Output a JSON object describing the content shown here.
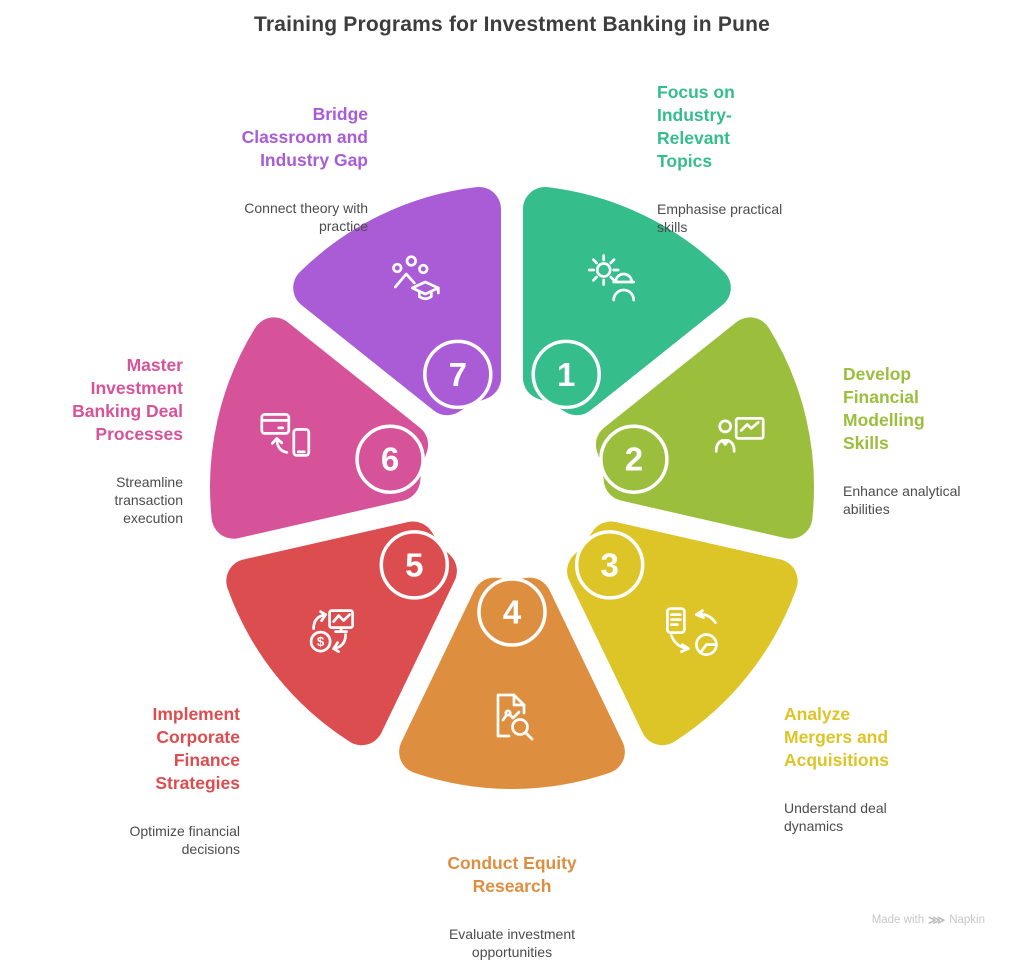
{
  "title": "Training Programs for Investment Banking in Pune",
  "watermark": {
    "made_with": "Made with",
    "brand": "Napkin"
  },
  "diagram": {
    "segments": [
      {
        "number": "1",
        "color": "#35bd8b",
        "icon": "gear-engineer-icon",
        "heading": "Focus on\nIndustry-\nRelevant\nTopics",
        "subheading": "Emphasise practical\nskills"
      },
      {
        "number": "2",
        "color": "#9cbe3d",
        "icon": "presenter-chart-icon",
        "heading": "Develop\nFinancial\nModelling\nSkills",
        "subheading": "Enhance analytical\nabilities"
      },
      {
        "number": "3",
        "color": "#ddc427",
        "icon": "document-pie-exchange-icon",
        "heading": "Analyze\nMergers and\nAcquisitions",
        "subheading": "Understand deal\ndynamics"
      },
      {
        "number": "4",
        "color": "#dd8e3f",
        "icon": "document-search-icon",
        "heading": "Conduct Equity\nResearch",
        "subheading": "Evaluate investment\nopportunities"
      },
      {
        "number": "5",
        "color": "#dc4d4f",
        "icon": "money-monitor-exchange-icon",
        "heading": "Implement\nCorporate\nFinance\nStrategies",
        "subheading": "Optimize financial\ndecisions"
      },
      {
        "number": "6",
        "color": "#d65299",
        "icon": "card-phone-transfer-icon",
        "heading": "Master\nInvestment\nBanking Deal\nProcesses",
        "subheading": "Streamline\ntransaction\nexecution"
      },
      {
        "number": "7",
        "color": "#a95cd6",
        "icon": "graduation-celebration-icon",
        "heading": "Bridge\nClassroom and\nIndustry Gap",
        "subheading": "Connect theory with\npractice"
      }
    ]
  }
}
